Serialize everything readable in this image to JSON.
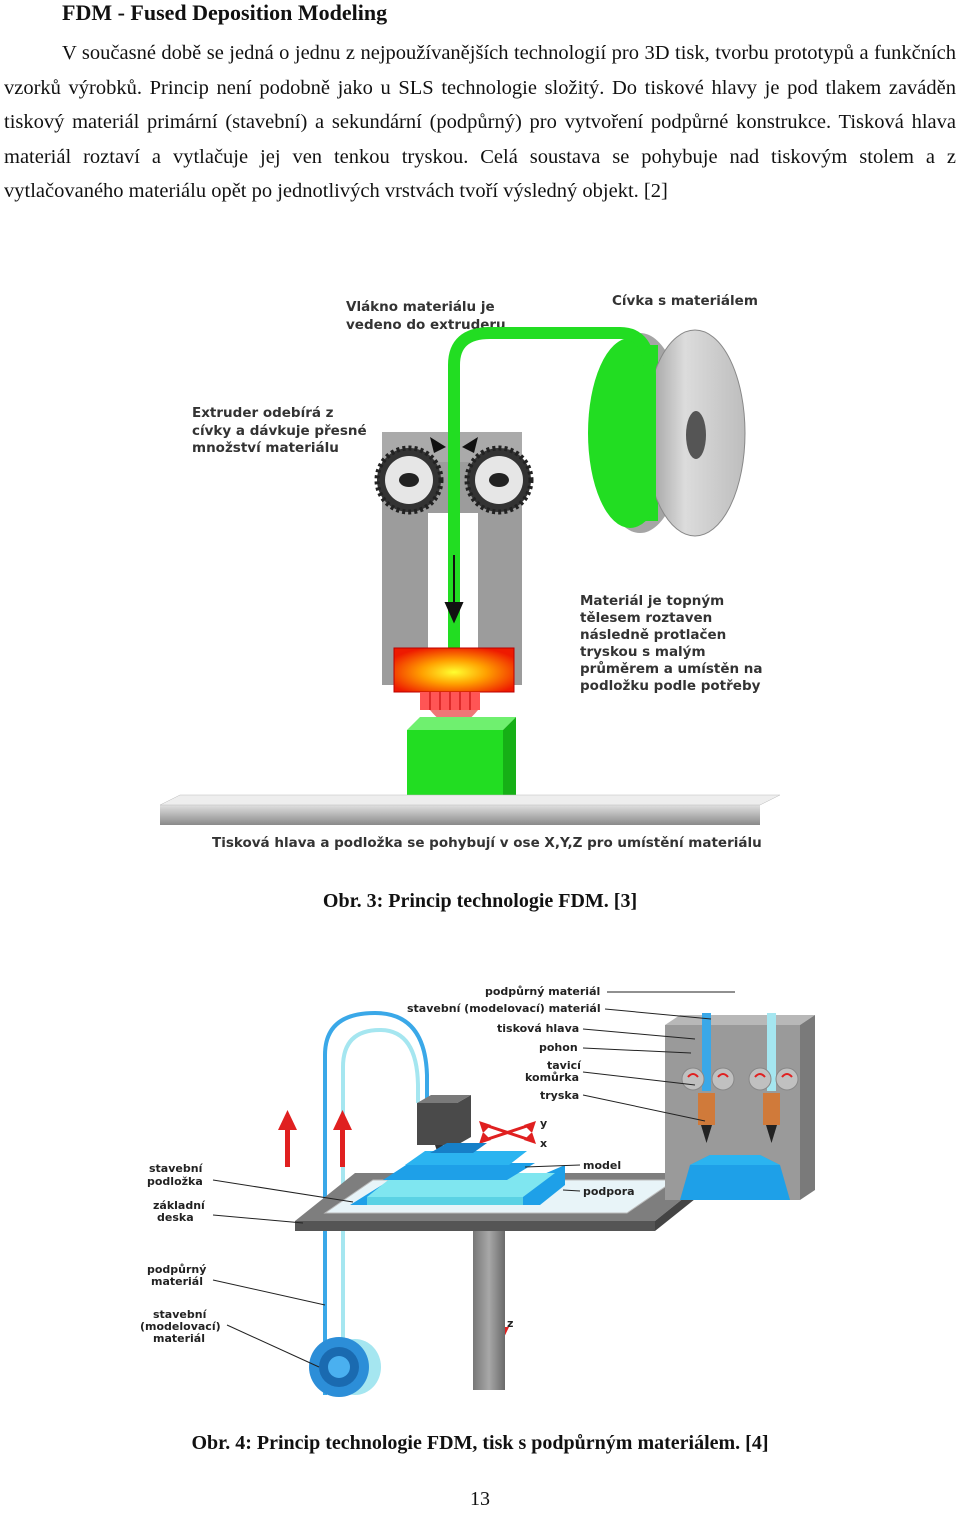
{
  "heading": "FDM - Fused Deposition Modeling",
  "paragraph": "V současné době se jedná o jednu z nejpoužívanějších technologií pro 3D tisk, tvorbu prototypů a funkčních vzorků výrobků. Princip není podobně jako u SLS technologie složitý. Do tiskové hlavy je pod tlakem zaváděn tiskový materiál primární (stavební) a sekundární (podpůrný) pro vytvoření podpůrné konstrukce. Tisková hlava materiál roztaví a vytlačuje jej ven tenkou tryskou. Celá soustava se pohybuje nad tiskovým stolem a z vytlačovaného materiálu opět po jednotlivých vrstvách tvoří výsledný objekt. [2]",
  "figure3": {
    "filament_label": [
      "Vlákno materiálu je",
      "vedeno do extruderu"
    ],
    "spool_label": "Cívka s materiálem",
    "extruder_label": [
      "Extruder odebírá z",
      "cívky a dávkuje přesné",
      "množství materiálu"
    ],
    "heater_label": [
      "Materiál je topným",
      "tělesem roztaven",
      "následně protlačen",
      "tryskou s malým",
      "průměrem a umístěn na",
      "podložku podle potřeby"
    ],
    "bottom_label": "Tisková hlava a podložka se pohybují v ose X,Y,Z pro umístění materiálu",
    "caption": "Obr. 3: Princip technologie FDM. [3]"
  },
  "figure4": {
    "labels": {
      "support_material": "podpůrný materiál",
      "build_material": "stavební (modelovací) materiál",
      "print_head": "tisková hlava",
      "drive": "pohon",
      "heating_chamber": [
        "tavicí",
        "komůrka"
      ],
      "nozzle": "tryska",
      "axis_y": "y",
      "axis_x": "x",
      "axis_z": "z",
      "model": "model",
      "support": "podpora",
      "build_platform": [
        "stavební",
        "podložka"
      ],
      "base_plate": [
        "základní",
        "deska"
      ],
      "support_spool": [
        "podpůrný",
        "materiál"
      ],
      "build_spool": [
        "stavební",
        "(modelovací)",
        "materiál"
      ]
    },
    "caption": "Obr. 4: Princip technologie FDM, tisk s podpůrným materiálem. [4]"
  },
  "page_number": "13",
  "colors": {
    "filament_green": "#22dd22",
    "spool_gray": "#cfcfcf",
    "heater_red": "#ee2200",
    "heater_yellow": "#ffee00",
    "build_blue": "#1ea0e8",
    "support_cyan": "#7fe6f0",
    "arrow_red": "#e02020"
  }
}
